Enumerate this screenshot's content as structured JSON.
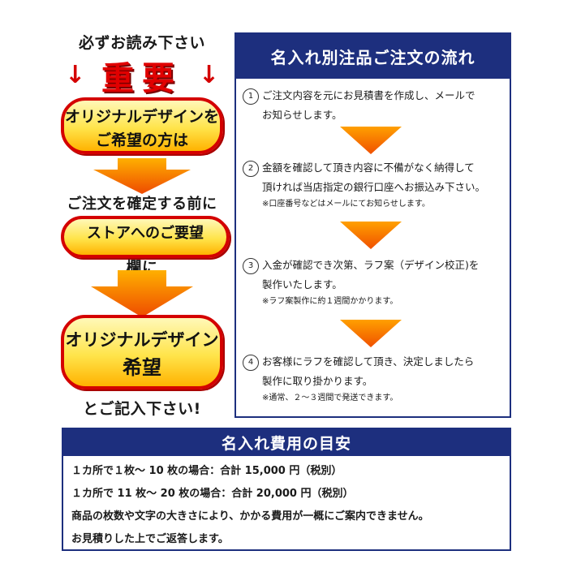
{
  "left": {
    "heading": "必ずお読み下さい",
    "important": "重要",
    "arrow_glyph": "↓",
    "pill1_lines": [
      "オリジナルデザインを",
      "ご希望の方は"
    ],
    "before_confirm": "ご注文を確定する前に",
    "pill2": "ストアへのご要望",
    "field_suffix": "欄に",
    "pill3_lines": [
      "オリジナルデザイン",
      "希望"
    ],
    "footer": "とご記入下さい!"
  },
  "flow": {
    "title": "名入れ別注品ご注文の流れ",
    "steps": [
      {
        "num": "1",
        "lines": [
          "ご注文内容を元にお見積書を作成し、メールで",
          "お知らせします。"
        ],
        "note": ""
      },
      {
        "num": "2",
        "lines": [
          "金額を確認して頂き内容に不備がなく納得して",
          "頂ければ当店指定の銀行口座へお振込み下さい。"
        ],
        "note": "※口座番号などはメールにてお知らせします。"
      },
      {
        "num": "3",
        "lines": [
          "入金が確認でき次第、ラフ案（デザイン校正)を",
          "製作いたします。"
        ],
        "note": "※ラフ案製作に約１週間かかります。"
      },
      {
        "num": "4",
        "lines": [
          "お客様にラフを確認して頂き、決定しましたら",
          "製作に取り掛かります。"
        ],
        "note": "※通常、２～３週間で発送できます。"
      }
    ]
  },
  "cost": {
    "title": "名入れ費用の目安",
    "lines": [
      "１カ所で１枚～ 10 枚の場合：合計 15,000 円（税別）",
      "１カ所で 11 枚～ 20 枚の場合：合計 20,000 円（税別）",
      "商品の枚数や文字の大きさにより、かかる費用が一概にご案内できません。",
      "お見積りした上でご返答します。"
    ]
  },
  "colors": {
    "navy": "#1d2f7e",
    "red": "#d40000",
    "orange": "#f26a00",
    "yellow": "#ffe44a"
  }
}
